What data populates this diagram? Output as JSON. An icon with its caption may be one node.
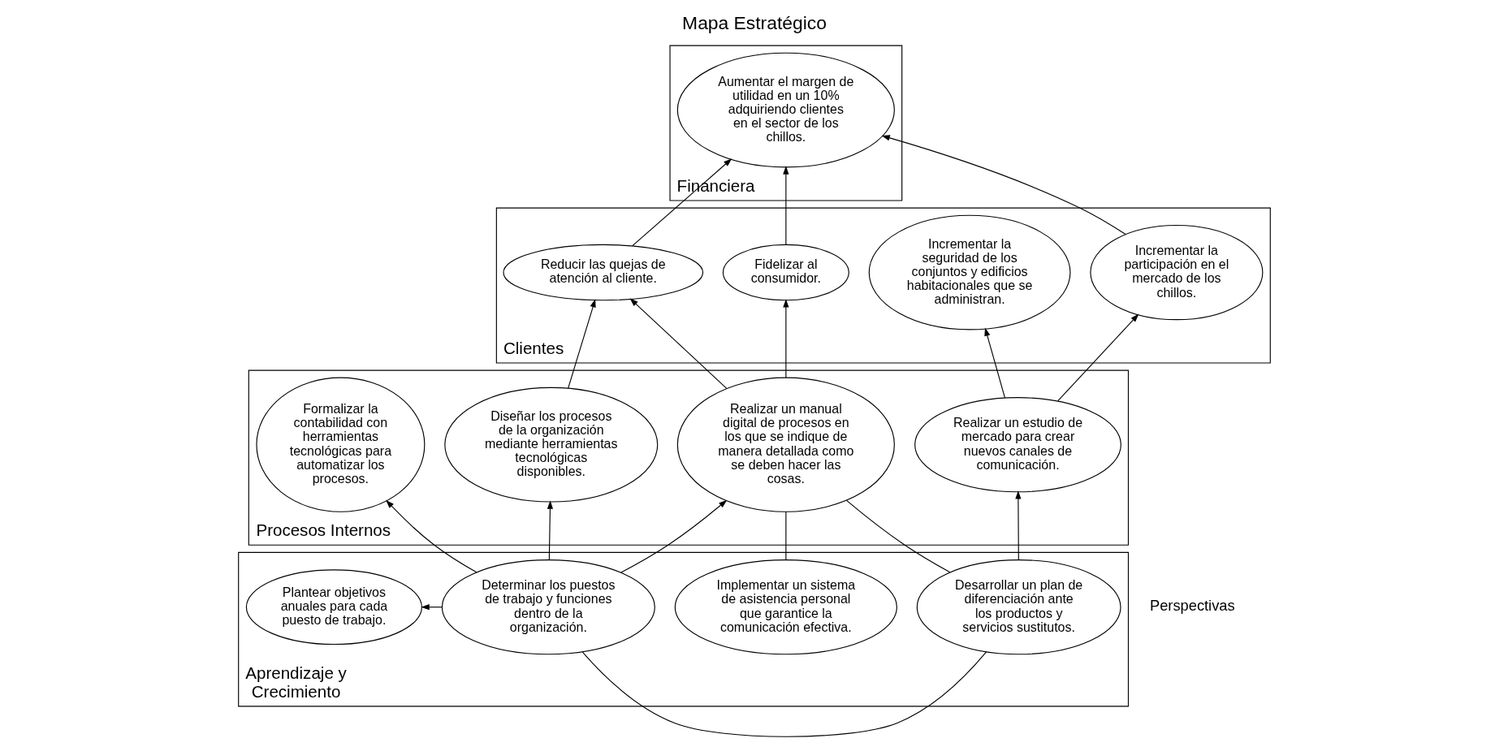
{
  "diagram": {
    "title": "Mapa Estratégico",
    "nodes": [
      {
        "text": [
          "Financiera"
        ]
      },
      {
        "text": [
          "Aumentar el margen de utilidad en un 10% adquiriendo clientes en el sector de los chillos."
        ],
        "in": 0
      },
      {
        "text": [
          "Clientes"
        ]
      },
      {
        "text": [
          "Incrementar la participación en el mercado de los chillos."
        ],
        "in": 2
      },
      {
        "text": [
          "Reducir las quejas de atención al cliente."
        ],
        "in": 2
      },
      {
        "text": [
          "Incrementar la seguridad de los conjuntos y edificios habitacionales que se administran."
        ],
        "in": 2
      },
      {
        "text": [
          "Fidelizar al consumidor."
        ],
        "in": 2
      },
      {
        "text": [
          "Procesos Internos"
        ]
      },
      {
        "text": [
          "Diseñar los procesos de la organización mediante herramientas tecnológicas disponibles."
        ],
        "in": 7
      },
      {
        "text": [
          "Realizar un estudio de mercado para crear nuevos canales de comunicación."
        ],
        "in": 7
      },
      {
        "text": [
          "Realizar un manual digital de procesos en los que se indique de manera detallada como se deben hacer las cosas."
        ],
        "in": 7
      },
      {
        "text": [
          "Formalizar la contabilidad con herramientas tecnológicas para automatizar los procesos."
        ],
        "in": 7
      },
      {
        "text": [
          "Aprendizaje y Crecimiento"
        ]
      },
      {
        "text": [
          "Desarrollar un plan de diferenciación ante los productos y servicios sustitutos."
        ],
        "in": 12
      },
      {
        "text": [
          "Determinar los puestos de trabajo y funciones dentro de la organización."
        ],
        "in": 12
      },
      {
        "text": [
          "Plantear objetivos anuales para cada puesto de trabajo."
        ],
        "in": 12
      },
      {
        "text": [
          "Implementar un sistema de asistencia personal que garantice la comunicación efectiva."
        ],
        "in": 12
      }
    ],
    "edges": [
      {
        "from": 3,
        "to": 1,
        "arrow": "to"
      },
      {
        "from": 4,
        "to": 1,
        "arrow": "to"
      },
      {
        "from": 6,
        "to": 1,
        "arrow": "to"
      },
      {
        "from": 9,
        "to": 3,
        "arrow": "to"
      },
      {
        "from": 8,
        "to": 4,
        "arrow": "to"
      },
      {
        "from": 10,
        "to": 4,
        "arrow": "to"
      },
      {
        "from": 9,
        "to": 5,
        "arrow": "to"
      },
      {
        "from": 10,
        "to": 6,
        "arrow": "to"
      },
      {
        "from": 14,
        "to": 8,
        "arrow": "to"
      },
      {
        "from": 13,
        "to": 9,
        "arrow": "to"
      },
      {
        "from": 13,
        "to": 10,
        "arrow": "none"
      },
      {
        "from": 14,
        "to": 10,
        "arrow": "to"
      },
      {
        "from": 14,
        "to": 11,
        "arrow": "to"
      },
      {
        "from": 13,
        "to": 14,
        "arrow": "none"
      },
      {
        "from": 14,
        "to": 15,
        "arrow": "to"
      },
      {
        "from": 16,
        "to": 10,
        "arrow": "none"
      }
    ],
    "labels": [
      "Perspectivas"
    ]
  }
}
